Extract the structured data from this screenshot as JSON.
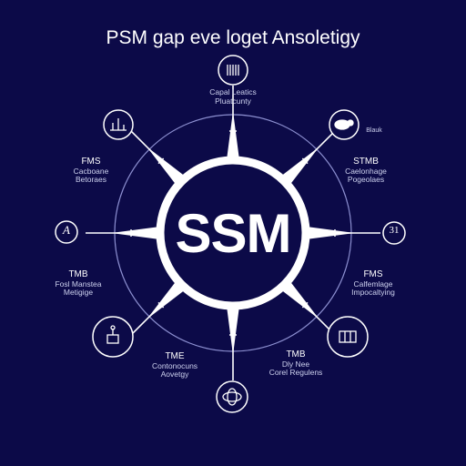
{
  "title": "PSM gap eve loget Ansoletigy",
  "center": {
    "label": "SSM"
  },
  "nodes": {
    "top": {
      "icon": "barcode-icon",
      "lines": [
        "Capal Leatics",
        "Pluatcunty"
      ]
    },
    "upper_right": {
      "icon": "sheep-icon",
      "tag": "Blauk"
    },
    "right": {
      "icon": "number-badge",
      "value": "31"
    },
    "bottom_right": {
      "icon": "cabinet-icon"
    },
    "bottom": {
      "icon": "orbit-icon"
    },
    "bottom_left": {
      "icon": "tool-kit-icon"
    },
    "left": {
      "icon": "script-a-icon",
      "value": "A"
    },
    "upper_left": {
      "icon": "chart-bars-icon"
    }
  },
  "labels": {
    "upper_right": {
      "heading": "STMB",
      "lines": [
        "Caelonhage",
        "Pogeolaes"
      ]
    },
    "right_lower": {
      "heading": "FMS",
      "lines": [
        "Calfemlage",
        "Impocaltying"
      ]
    },
    "bottom_right": {
      "heading": "TMB",
      "lines": [
        "Dly Nee",
        "Corel Regulens"
      ]
    },
    "bottom_center": {
      "heading": "TME",
      "lines": [
        "Contonocuns",
        "Aovetgy"
      ]
    },
    "lower_left": {
      "heading": "TMB",
      "lines": [
        "Fosl Manstea",
        "Metigige"
      ]
    },
    "upper_left": {
      "heading": "FMS",
      "lines": [
        "Cacboane",
        "Betoraes"
      ]
    }
  },
  "colors": {
    "background": "#0c0a48",
    "line": "#ffffff",
    "thin_ring": "#8c8fd0"
  }
}
